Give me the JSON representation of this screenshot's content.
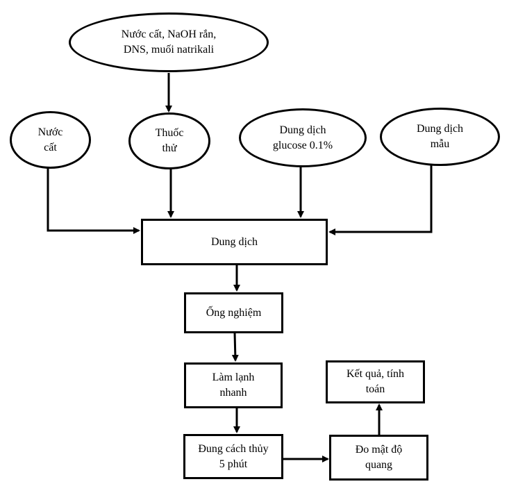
{
  "nodes": {
    "reagents": {
      "line1": "Nước cất, NaOH rắn,",
      "line2": "DNS, muối natrikali"
    },
    "water": {
      "line1": "Nước",
      "line2": "cất"
    },
    "reagent": {
      "line1": "Thuốc",
      "line2": "thử"
    },
    "glucose": {
      "line1": "Dung dịch",
      "line2": "glucose 0.1%"
    },
    "sample": {
      "line1": "Dung dịch",
      "line2": "mẫu"
    },
    "solution": {
      "line1": "Dung dịch"
    },
    "test_tube": {
      "line1": "Ống nghiệm"
    },
    "cooling": {
      "line1": "Làm lạnh",
      "line2": "nhanh"
    },
    "boiling": {
      "line1": "Đung cách thủy",
      "line2": "5 phút"
    },
    "density": {
      "line1": "Đo mật độ",
      "line2": "quang"
    },
    "result": {
      "line1": "Kết quả, tính",
      "line2": "toán"
    }
  },
  "colors": {
    "stroke": "#000000",
    "background": "#ffffff"
  }
}
